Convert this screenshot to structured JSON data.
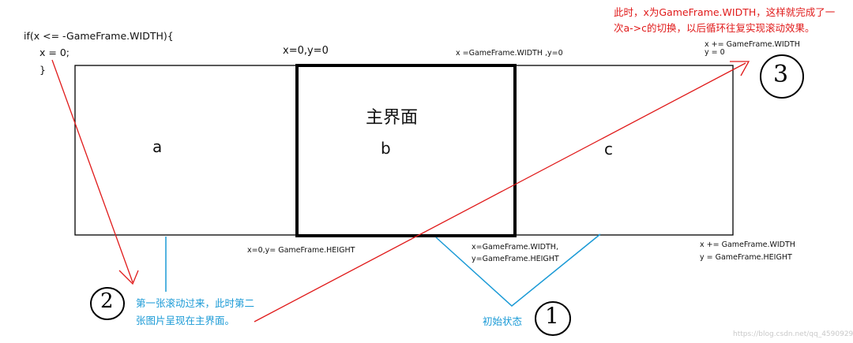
{
  "code": {
    "line1": "if(x <= -GameFrame.WIDTH){",
    "line2": "x = 0;",
    "line3": "}"
  },
  "panels": {
    "a_label": "a",
    "b_label": "b",
    "c_label": "c",
    "main_title": "主界面"
  },
  "coords": {
    "b_top": "x=0,y=0",
    "c_top": "x =GameFrame.WIDTH ,y=0",
    "b_bottom": "x=0,y= GameFrame.HEIGHT",
    "c_bottom_line1": "x=GameFrame.WIDTH,",
    "c_bottom_line2": "y=GameFrame.HEIGHT",
    "right_top_line1": "x += GameFrame.WIDTH",
    "right_top_line2": "y = 0",
    "right_bottom_line1": "x += GameFrame.WIDTH",
    "right_bottom_line2": "y = GameFrame.HEIGHT"
  },
  "notes": {
    "red_note": "此时，x为GameFrame.WIDTH，这样就完成了一次a->c的切换，以后循环往复实现滚动效果。",
    "blue_note_2": "第一张滚动过来，此时第二张图片呈现在主界面。",
    "blue_note_1": "初始状态"
  },
  "step_marks": {
    "one": "1",
    "two": "2",
    "three": "3"
  },
  "watermark": "https://blog.csdn.net/qq_45909299",
  "colors": {
    "red": "#e01a1a",
    "blue": "#1a9ad6",
    "black": "#000000"
  }
}
